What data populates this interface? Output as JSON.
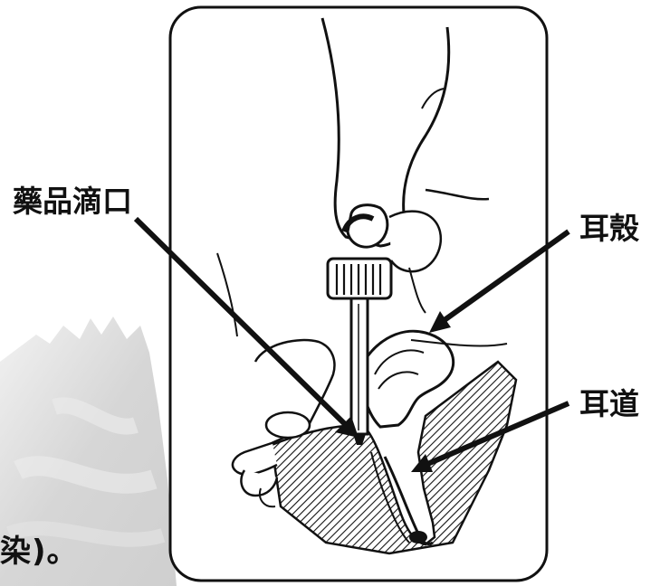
{
  "labels": {
    "dropper_tip": "藥品滴口",
    "auricle": "耳殼",
    "ear_canal": "耳道"
  },
  "caption_fragment": "染)。",
  "colors": {
    "ink": "#111111",
    "texture": "#d8d8d8",
    "background": "#ffffff"
  }
}
